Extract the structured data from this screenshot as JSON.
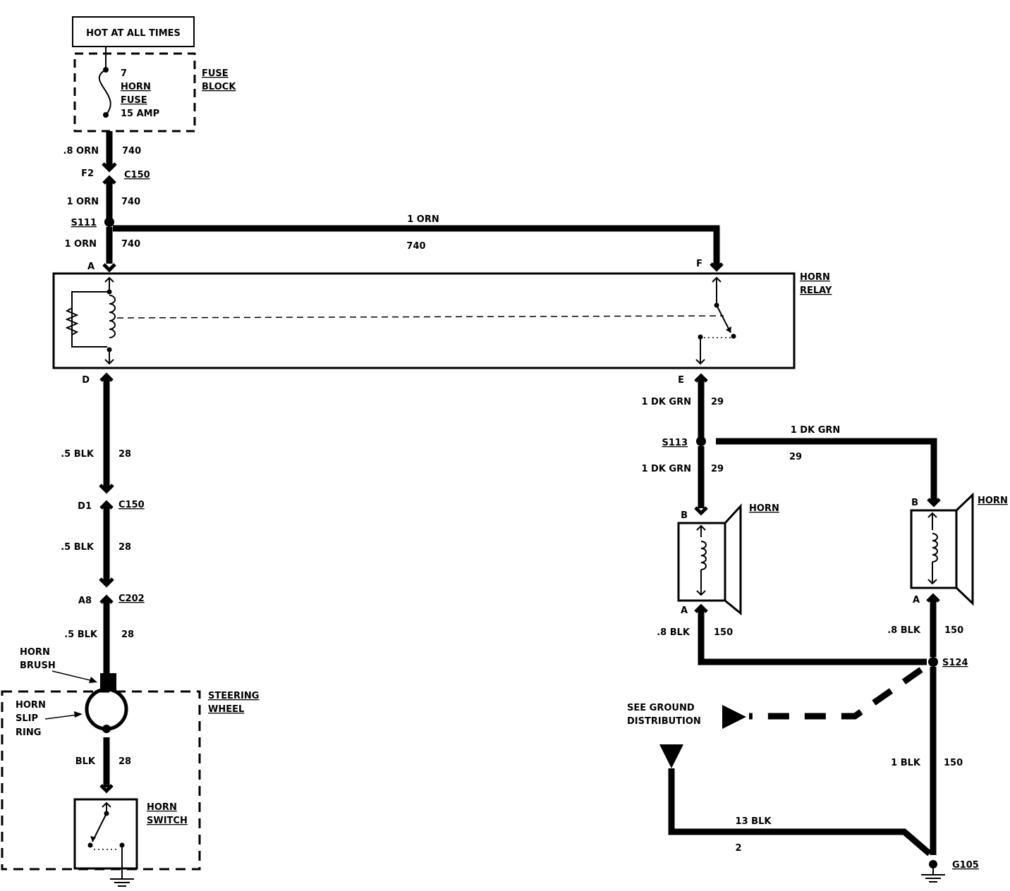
{
  "header": {
    "power_label": "HOT AT ALL TIMES"
  },
  "fuse_block": {
    "label_1": "FUSE",
    "label_2": "BLOCK",
    "fuse_number": "7",
    "fuse_name_1": "HORN",
    "fuse_name_2": "FUSE",
    "fuse_rating": "15 AMP"
  },
  "feed": {
    "upper_wire": ".8 ORN",
    "upper_circuit": "740",
    "conn_pin": "F2",
    "conn_id": "C150",
    "mid_wire": "1 ORN",
    "mid_circuit": "740",
    "splice": "S111",
    "lower_wire": "1 ORN",
    "lower_circuit": "740",
    "top_wire": "1 ORN",
    "top_circuit": "740"
  },
  "relay": {
    "label_1": "HORN",
    "label_2": "RELAY",
    "pin_a": "A",
    "pin_f": "F",
    "pin_d": "D",
    "pin_e": "E"
  },
  "switch_circuit": {
    "wire_1": ".5 BLK",
    "circuit_1": "28",
    "conn_1_pin": "D1",
    "conn_1_id": "C150",
    "wire_2": ".5 BLK",
    "circuit_2": "28",
    "conn_2_pin": "A8",
    "conn_2_id": "C202",
    "wire_3": ".5 BLK",
    "circuit_3": "28",
    "brush_1": "HORN",
    "brush_2": "BRUSH",
    "ring_1": "HORN",
    "ring_2": "SLIP",
    "ring_3": "RING",
    "wheel_1": "STEERING",
    "wheel_2": "WHEEL",
    "wire_4": "BLK",
    "circuit_4": "28",
    "switch_1": "HORN",
    "switch_2": "SWITCH"
  },
  "horn_feed": {
    "wire_1": "1 DK GRN",
    "circuit_1": "29",
    "splice": "S113",
    "wire_2": "1 DK GRN",
    "circuit_2": "29",
    "right_wire": "1 DK GRN",
    "right_circuit": "29"
  },
  "horns": {
    "left": {
      "label": "HORN",
      "pin_b": "B",
      "pin_a": "A",
      "wire": ".8 BLK",
      "circuit": "150"
    },
    "right": {
      "label": "HORN",
      "pin_b": "B",
      "pin_a": "A",
      "wire": ".8 BLK",
      "circuit": "150"
    }
  },
  "ground": {
    "splice": "S124",
    "see_1": "SEE GROUND",
    "see_2": "DISTRIBUTION",
    "main_wire": "1 BLK",
    "main_circuit": "150",
    "bottom_wire": "13 BLK",
    "bottom_circuit": "2",
    "ground_id": "G105"
  }
}
